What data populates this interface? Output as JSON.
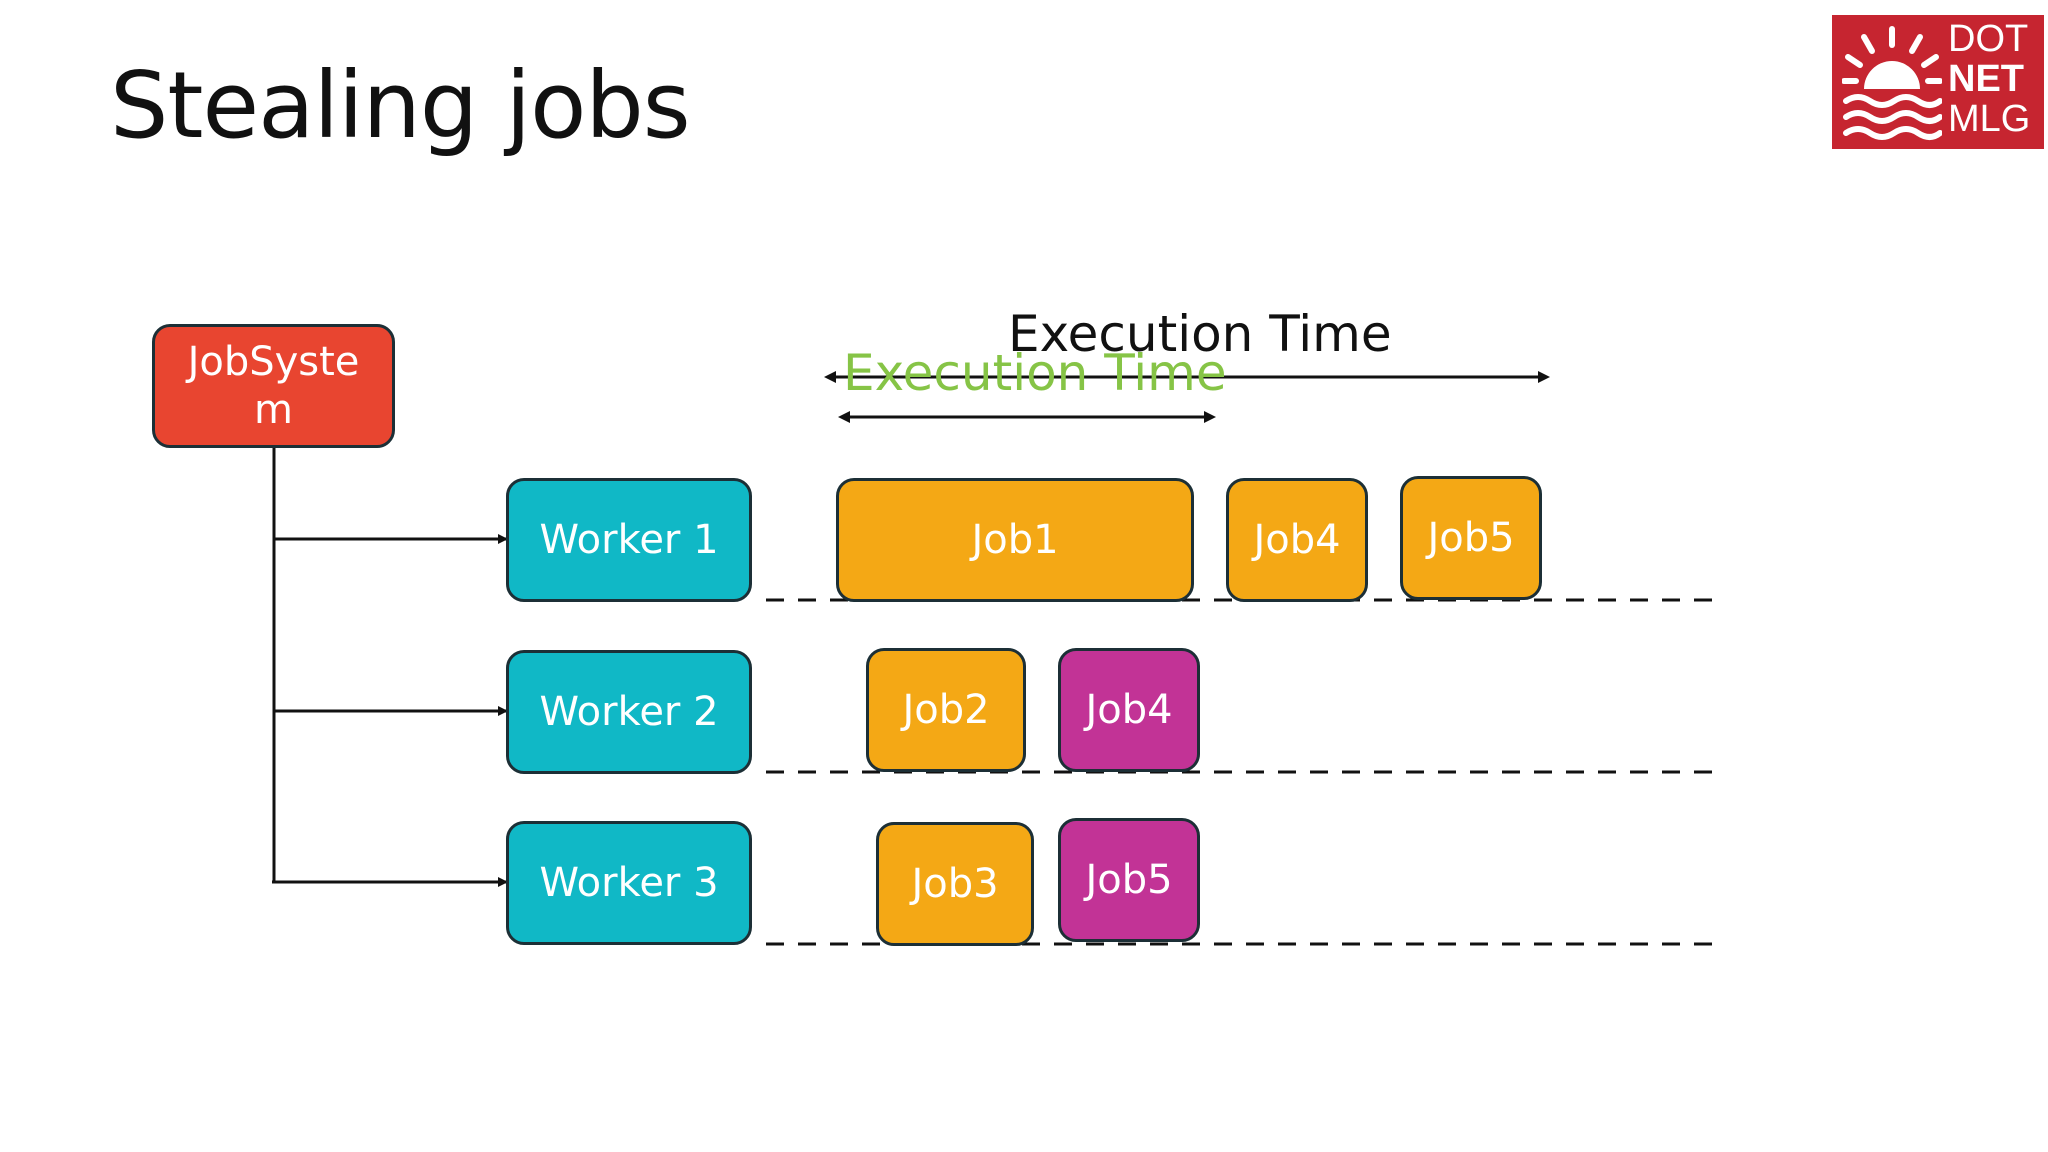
{
  "slide": {
    "title": "Stealing jobs"
  },
  "logo": {
    "line1": "DOT",
    "line2": "NET",
    "line3": "MLG",
    "icon": "sun-over-waves-icon",
    "color": "#c62530"
  },
  "diagram": {
    "root": "JobSyste m",
    "workers": [
      "Worker 1",
      "Worker 2",
      "Worker 3"
    ],
    "jobs": {
      "worker1": [
        "Job1",
        "Job4",
        "Job5"
      ],
      "worker2": [
        "Job2",
        "Job4"
      ],
      "worker3": [
        "Job3",
        "Job5"
      ]
    },
    "execution_time_total": "Execution Time",
    "execution_time_stolen": "Execution Time",
    "colors": {
      "root": "#e84530",
      "worker": "#10b8c6",
      "job": "#f4a815",
      "stolen_job": "#c23396",
      "stolen_label": "#86c446"
    }
  }
}
